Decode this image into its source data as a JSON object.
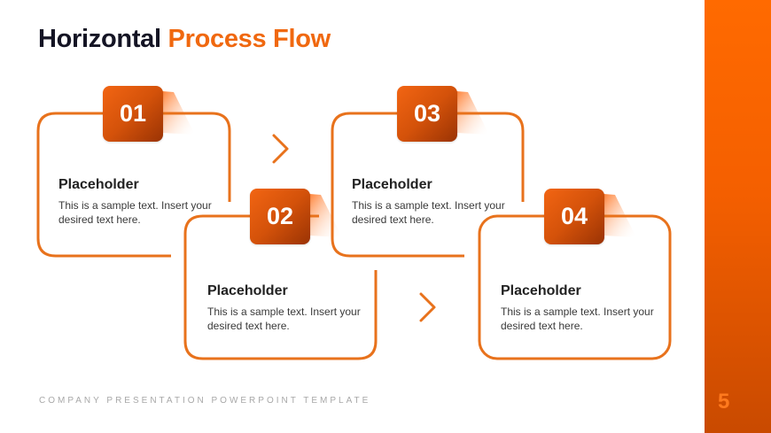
{
  "title": {
    "part1": "Horizontal",
    "part2": "Process Flow"
  },
  "steps": [
    {
      "number": "01",
      "heading": "Placeholder",
      "body": "This is a sample text. Insert your desired text here."
    },
    {
      "number": "02",
      "heading": "Placeholder",
      "body": "This is a sample text. Insert your desired text here."
    },
    {
      "number": "03",
      "heading": "Placeholder",
      "body": "This is a sample text. Insert your desired text here."
    },
    {
      "number": "04",
      "heading": "Placeholder",
      "body": "This is a sample text. Insert your desired text here."
    }
  ],
  "icons": {
    "arrow": "chevron-right-icon"
  },
  "footer": "COMPANY PRESENTATION POWERPOINT TEMPLATE",
  "page_number": "5",
  "colors": {
    "accent": "#f0680f",
    "frame": "#e8721c",
    "title_dark": "#141424",
    "sidebar_top": "#ff6a00",
    "sidebar_bottom": "#c94a00"
  }
}
